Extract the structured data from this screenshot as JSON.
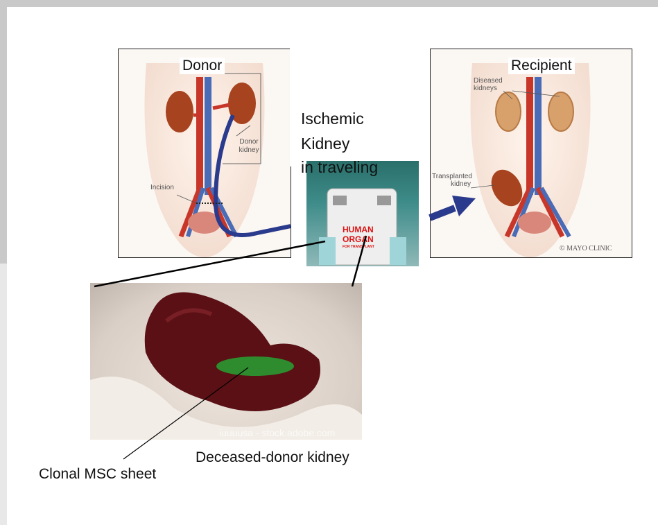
{
  "figure": {
    "donor_panel": {
      "title": "Donor",
      "labels": [
        "Donor kidney",
        "Incision"
      ]
    },
    "recipient_panel": {
      "title": "Recipient",
      "labels": [
        "Diseased kidneys",
        "Transplanted kidney"
      ],
      "credit": "© MAYO CLINIC"
    },
    "transport": {
      "caption_lines": [
        "Ischemic",
        "Kidney",
        "in traveling"
      ],
      "box_text": [
        "HUMAN",
        "ORGAN",
        "FOR TRANSPLANT"
      ]
    },
    "kidney_photo": {
      "watermark": "iuuuusa - stock.adobe.com",
      "caption": "Deceased-donor kidney",
      "sheet_label": "Clonal MSC sheet"
    },
    "colors": {
      "artery": "#c8362a",
      "vein": "#4a6bb5",
      "kidney": "#a8431f",
      "arrow": "#2a3a8c",
      "msc_sheet": "#2e8b2e",
      "organ_photo": "#5a1014"
    }
  }
}
